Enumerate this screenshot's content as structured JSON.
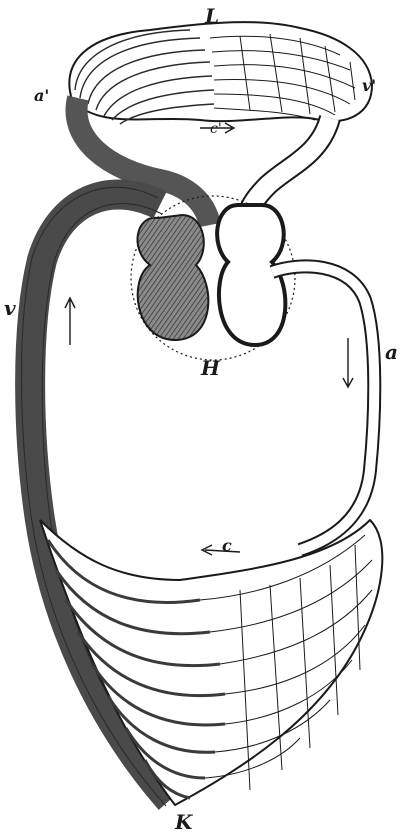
{
  "labels": {
    "lungs": "L",
    "heart": "H",
    "body_capillaries": "K",
    "pulmonary_artery": "a'",
    "pulmonary_vein": "v'",
    "pulmonary_capillaries": "c'",
    "vena_cava": "v",
    "aorta": "a",
    "systemic_capillaries": "c"
  },
  "colors": {
    "venous": "#6e6e6e",
    "arterial": "#ffffff",
    "ink": "#1a1a1a"
  }
}
